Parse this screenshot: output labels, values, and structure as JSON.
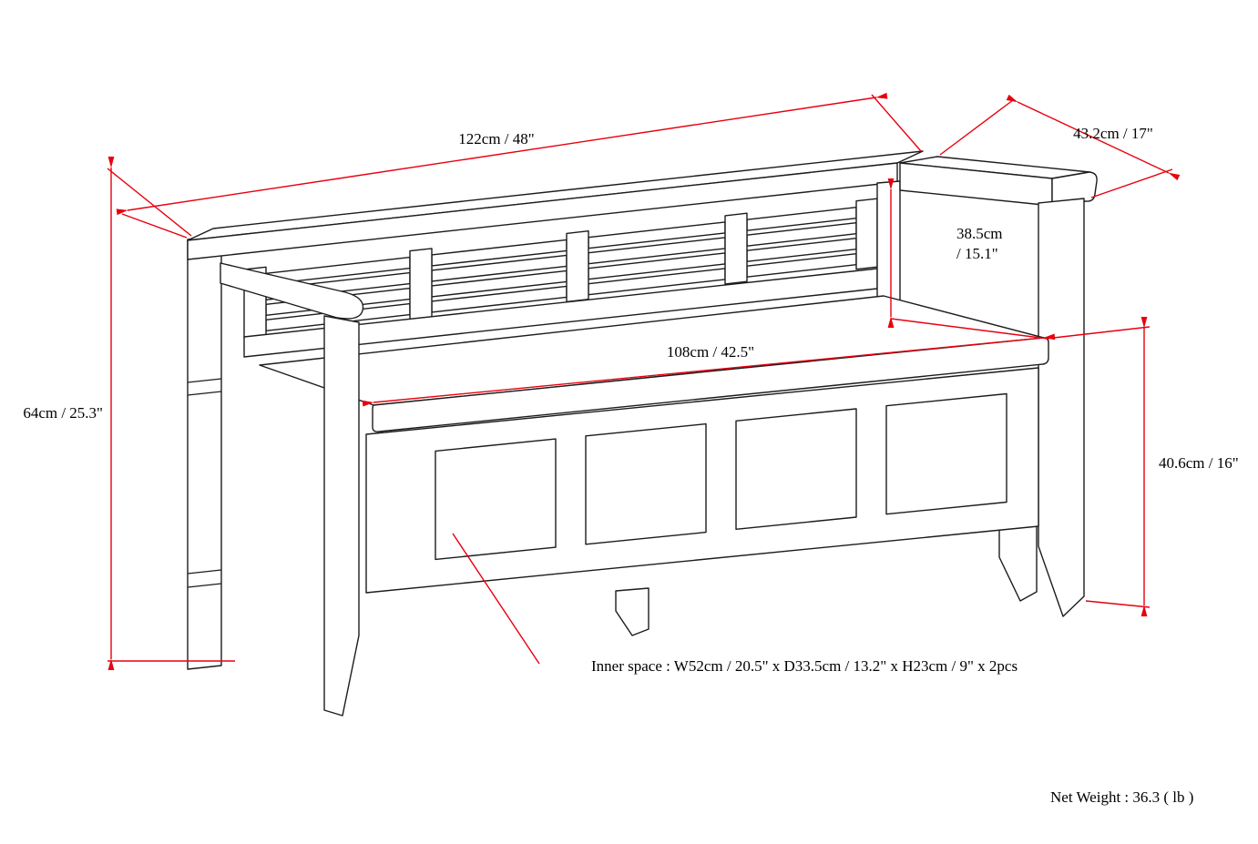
{
  "diagram": {
    "title": "storage-bench-dimension-diagram",
    "dimensions": {
      "width_top": "122cm / 48\"",
      "depth": "43.2cm / 17\"",
      "back_height": [
        "38.5cm",
        "/ 15.1\""
      ],
      "seat_width": "108cm / 42.5\"",
      "overall_height": "64cm / 25.3\"",
      "seat_height": "40.6cm / 16\"",
      "inner_space": "Inner space : W52cm / 20.5\" x D33.5cm / 13.2\" x H23cm / 9\" x 2pcs"
    },
    "net_weight": "Net Weight : 36.3 ( lb )",
    "colors": {
      "dimension_line": "#e8000e",
      "drawing_line": "#1c1c1c"
    }
  }
}
